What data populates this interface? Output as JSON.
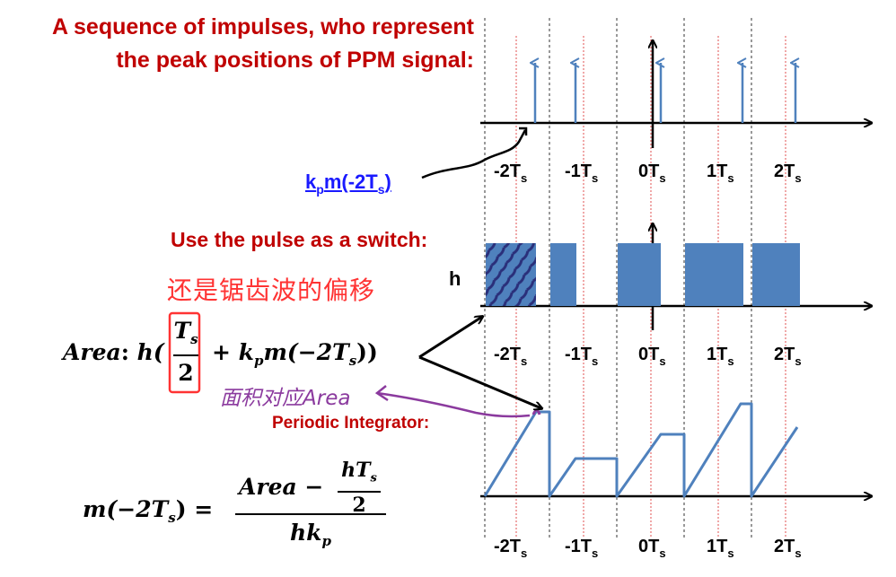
{
  "titles": {
    "impulses_line1": "A sequence of impulses, who represent",
    "impulses_line2": "the peak positions of PPM signal:",
    "switch": "Use the pulse as a switch:",
    "integrator": "Periodic Integrator:"
  },
  "labels": {
    "kp_main": "k",
    "kp_sub": "p",
    "kp_rest": "m(-2T",
    "kp_sub2": "s",
    "kp_close": ")",
    "h": "h"
  },
  "ticks": [
    {
      "main": "-2T",
      "sub": "s"
    },
    {
      "main": "-1T",
      "sub": "s"
    },
    {
      "main": "0T",
      "sub": "s"
    },
    {
      "main": "1T",
      "sub": "s"
    },
    {
      "main": "2T",
      "sub": "s"
    }
  ],
  "formulas": {
    "area_prefix": "Area",
    "area_colon": ":",
    "area_h": "h(",
    "area_num": "T",
    "area_num_sub": "s",
    "area_den": "2",
    "area_rest": "+ k",
    "area_rest_sub": "p",
    "area_rest2": "m(−2T",
    "area_rest2_sub": "s",
    "area_close": "))",
    "m_lhs": "m(−2T",
    "m_lhs_sub": "s",
    "m_lhs_close": ") =",
    "m_num": "Area −",
    "m_num_frac_num": "hT",
    "m_num_frac_sub": "s",
    "m_num_frac_den": "2",
    "m_den": "hk",
    "m_den_sub": "p"
  },
  "handwritten_notes": {
    "red_note": "还是锯齿波的偏移",
    "purple_note": "面积对应Area"
  },
  "colors": {
    "title_red": "#c00000",
    "signal_blue": "#4f81bd",
    "link_blue": "#1a1aff",
    "hand_red": "#ff3333",
    "hand_purple": "#8b3a9e",
    "grid_red": "#e05050",
    "grid_black": "#333333"
  }
}
